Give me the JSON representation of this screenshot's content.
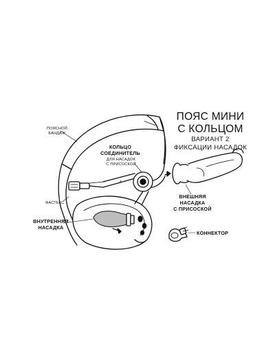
{
  "heading": {
    "title_line1": "ПОЯС МИНИ",
    "title_line2": "С КОЛЬЦОМ",
    "subtitle_line1": "ВАРИАНТ 2",
    "subtitle_line2": "ФИКСАЦИИ НАСАДОК"
  },
  "labels": {
    "belt_line1": "ПОЯСНОЙ",
    "belt_line2": "БАНДАЖ",
    "ring_line1": "КОЛЬЦО",
    "ring_line2": "СОЕДИНИТЕЛЬ",
    "ring_sub1": "ДЛЯ НАСАДОК",
    "ring_sub2": "С ПРИСОСКОЙ",
    "fastex": "ФАСТЕКС",
    "inner_line1": "ВНУТРЕННЯЯ",
    "inner_line2": "НАСАДКА",
    "outer_line1": "ВНЕШНЯЯ",
    "outer_line2": "НАСАДКА",
    "outer_line3": "С ПРИСОСКОЙ",
    "connector": "КОННЕКТОР"
  },
  "colors": {
    "line": "#111111",
    "fill": "#ffffff",
    "shade": "#bdbdbd"
  }
}
